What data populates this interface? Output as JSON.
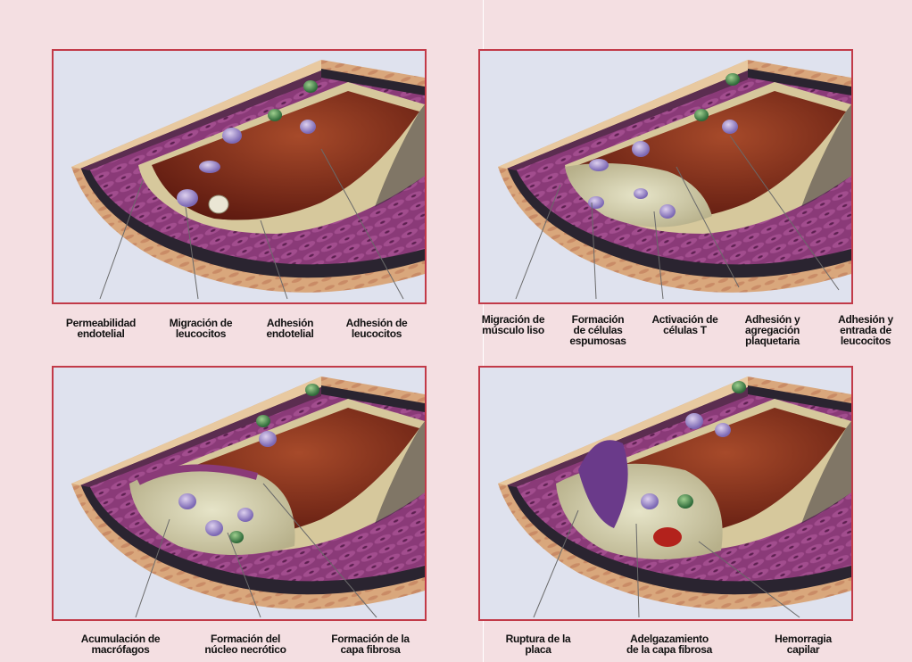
{
  "colors": {
    "page_background": "#f4dfe2",
    "panel_border": "#c23a48",
    "panel_background": "#dfe2ee",
    "lumen": "#8e2f1c",
    "muscle": "#8a3a78",
    "adventitia": "#d9a77c",
    "leader_line": "#6a6a6a"
  },
  "panels": [
    {
      "stage": "endothelial-dysfunction",
      "labels": [
        "Permeabilidad\nendotelial",
        "Migración de\nleucocitos",
        "Adhesión\nendotelial",
        "Adhesión de\nleucocitos"
      ]
    },
    {
      "stage": "fatty-streak",
      "labels": [
        "Migración de\nmúsculo liso",
        "Formación\nde células\nespumosas",
        "Activación de\ncélulas T",
        "Adhesión y\nagregación\nplaquetaria",
        "Adhesión y\nentrada de\nleucocitos"
      ]
    },
    {
      "stage": "advanced-lesion",
      "labels": [
        "Acumulación de\nmacrófagos",
        "Formación del\nnúcleo necrótico",
        "Formación de la\ncapa fibrosa"
      ]
    },
    {
      "stage": "plaque-rupture",
      "labels": [
        "Ruptura de la\nplaca",
        "Adelgazamiento\nde la capa fibrosa",
        "Hemorragia\ncapilar"
      ]
    }
  ]
}
